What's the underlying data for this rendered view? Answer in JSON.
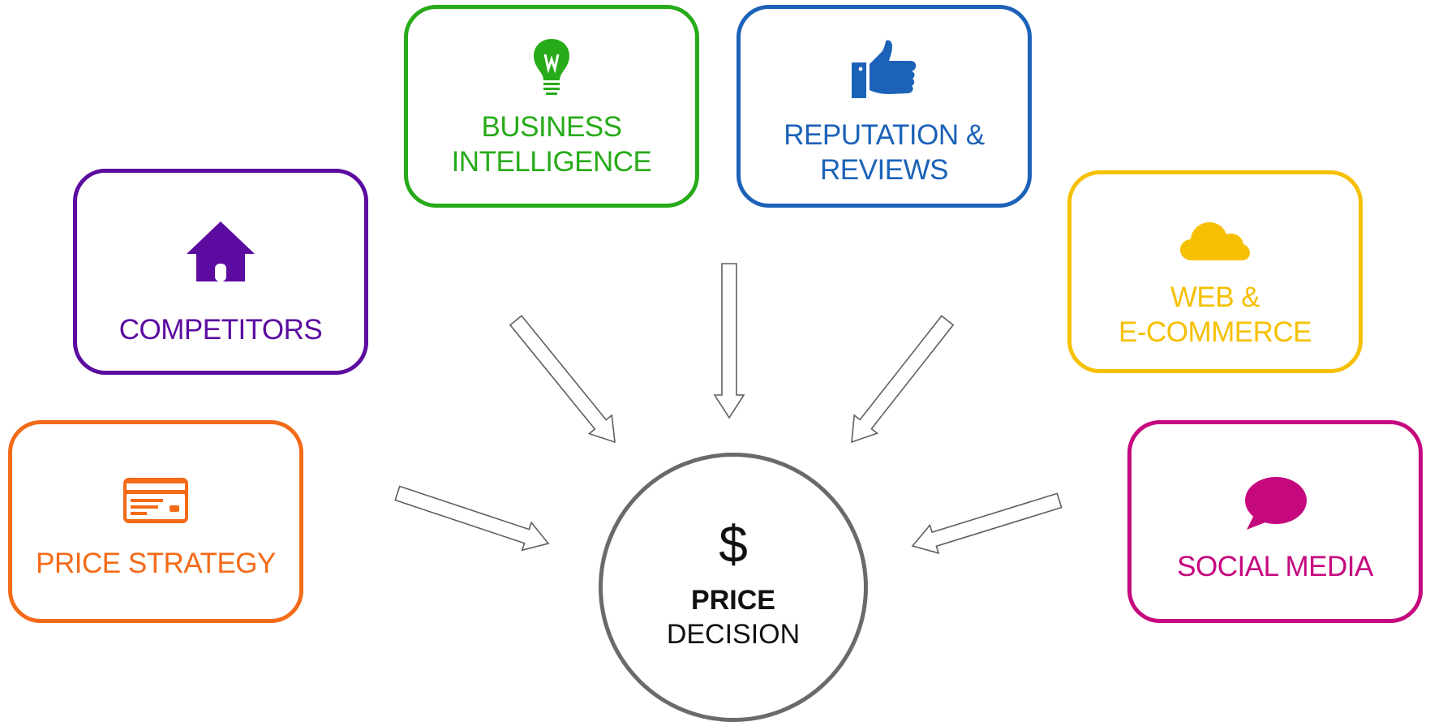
{
  "boxes": {
    "price_strategy": {
      "lines": [
        "PRICE STRATEGY"
      ],
      "color": "#f36a18",
      "icon": "credit-card-icon"
    },
    "competitors": {
      "lines": [
        "COMPETITORS"
      ],
      "color": "#5c0ba0",
      "icon": "house-icon"
    },
    "business_intelligence": {
      "lines": [
        "BUSINESS",
        "INTELLIGENCE"
      ],
      "color": "#27ab19",
      "icon": "lightbulb-icon"
    },
    "reputation_reviews": {
      "lines": [
        "REPUTATION &",
        "REVIEWS"
      ],
      "color": "#1c62b8",
      "icon": "thumbs-up-icon"
    },
    "web_ecommerce": {
      "lines": [
        "WEB &",
        "E-COMMERCE"
      ],
      "color": "#f6c000",
      "icon": "cloud-icon"
    },
    "social_media": {
      "lines": [
        "SOCIAL MEDIA"
      ],
      "color": "#c6087f",
      "icon": "speech-bubble-icon"
    }
  },
  "center": {
    "symbol": "$",
    "title": "PRICE",
    "subtitle": "DECISION",
    "border_color": "#6a6a6a"
  }
}
